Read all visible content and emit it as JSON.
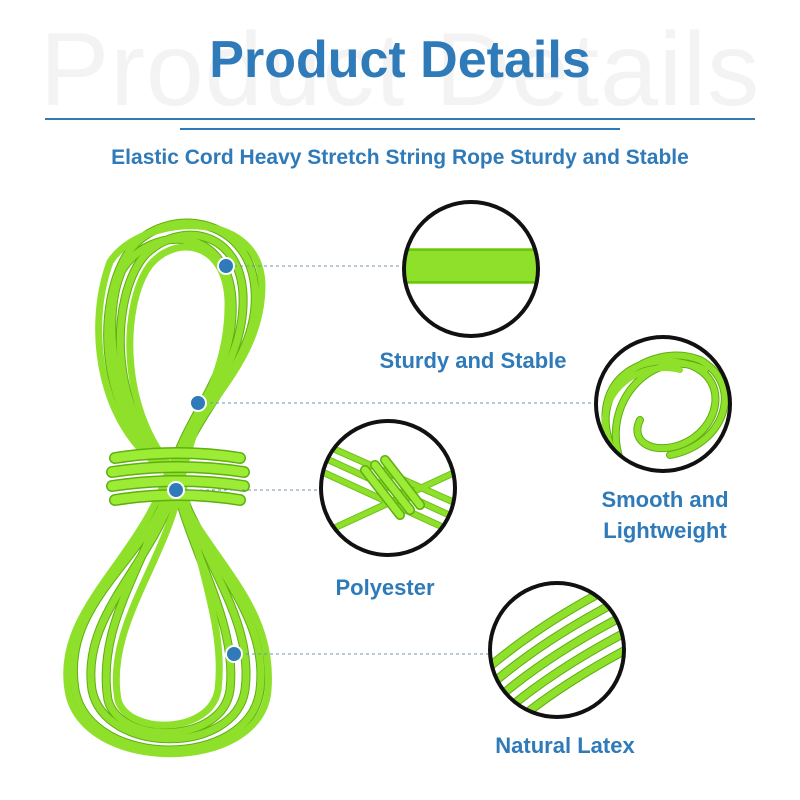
{
  "watermark_text": "Product Details",
  "title": "Product Details",
  "subtitle": "Elastic Cord Heavy Stretch String Rope Sturdy and Stable",
  "features": {
    "sturdy": "Sturdy and Stable",
    "smooth": "Smooth and Lightweight",
    "polyester": "Polyester",
    "latex": "Natural Latex"
  },
  "colors": {
    "accent_blue": "#2f7ab8",
    "cord_green": "#8ee02a",
    "cord_shadow": "#5fae12",
    "callout_border": "#111111"
  }
}
